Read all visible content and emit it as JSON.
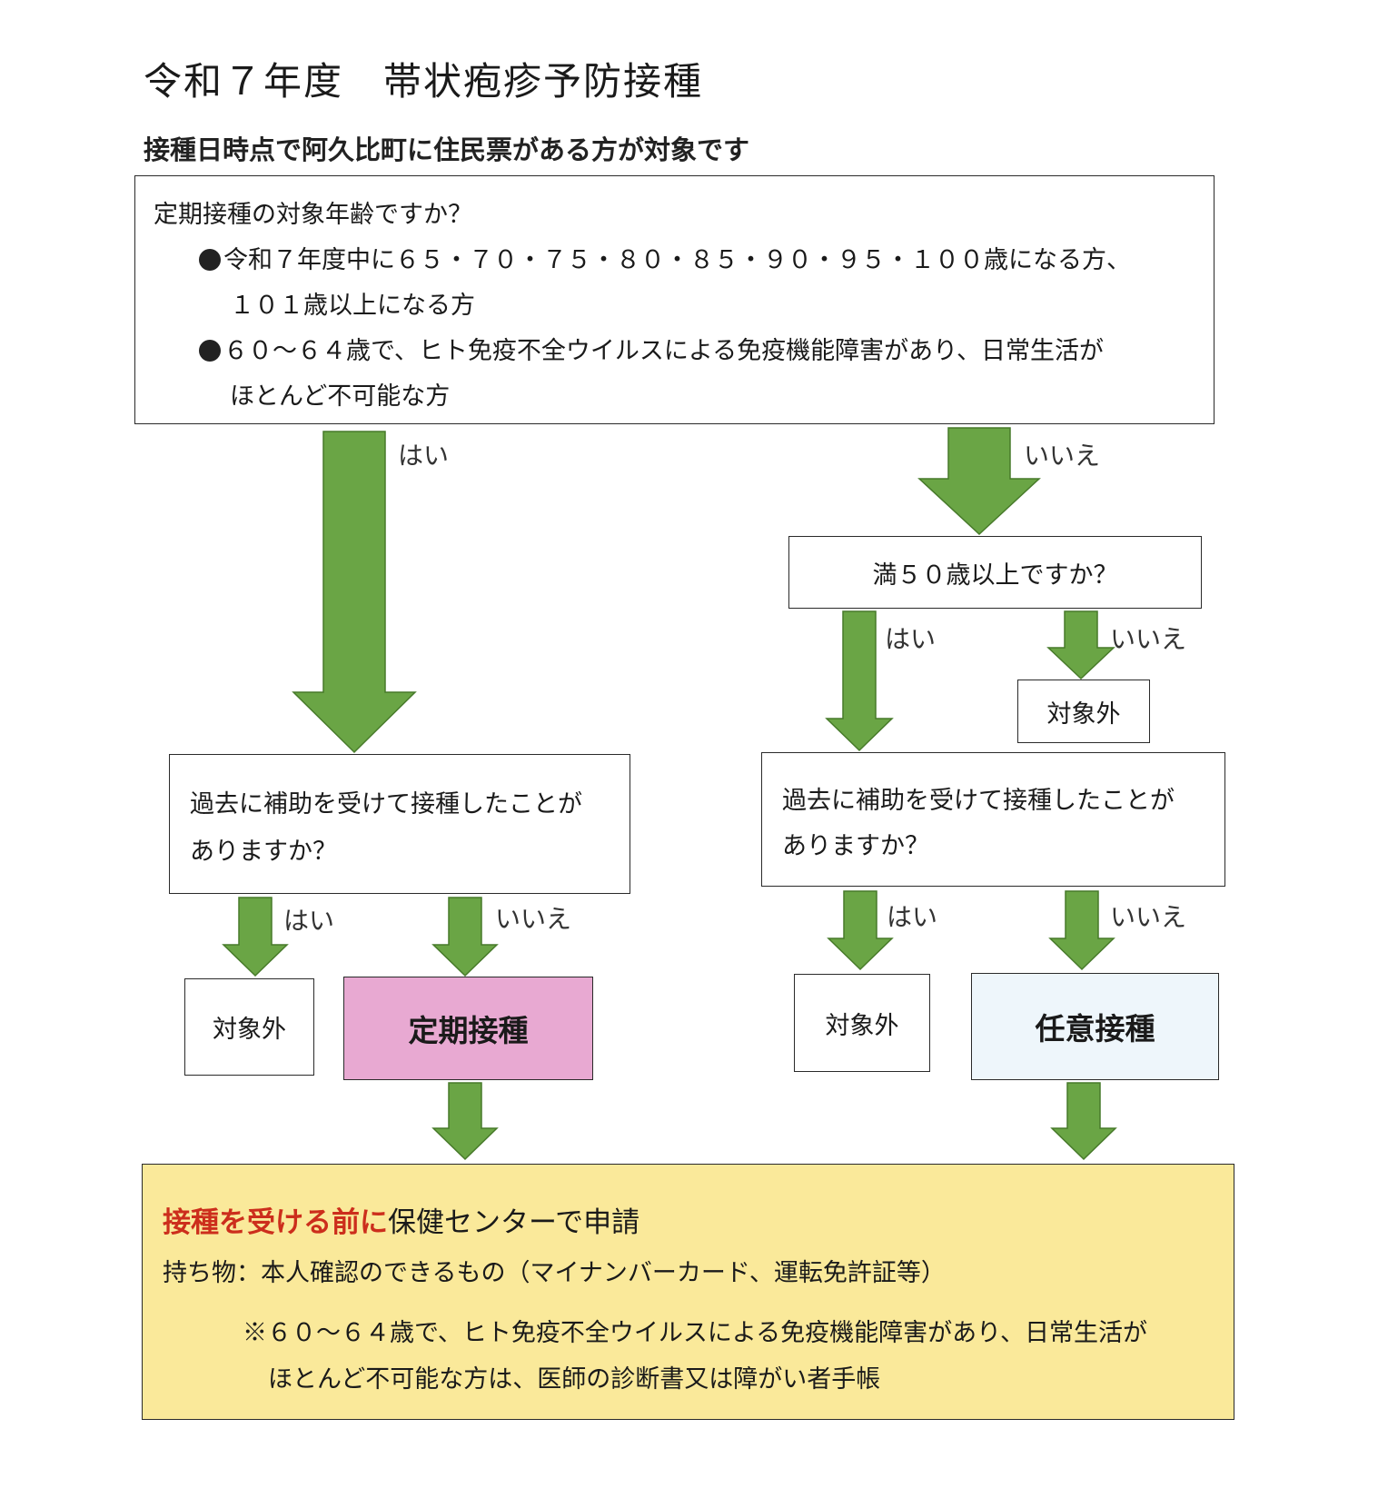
{
  "title": "令和７年度　帯状疱疹予防接種",
  "subtitle": "接種日時点で阿久比町に住民票がある方が対象です",
  "top_box": {
    "question": "定期接種の対象年齢ですか？",
    "bullet1_line1": "令和７年度中に６５・７０・７５・８０・８５・９０・９５・１００歳になる方、",
    "bullet1_line2": "１０１歳以上になる方",
    "bullet2_line1": "６０～６４歳で、ヒト免疫不全ウイルスによる免疫機能障害があり、日常生活が",
    "bullet2_line2": "ほとんど不可能な方"
  },
  "labels": {
    "yes": "はい",
    "no": "いいえ"
  },
  "age50_box": "満５０歳以上ですか？",
  "not_eligible": "対象外",
  "past_subsidy_line1": "過去に補助を受けて接種したことが",
  "past_subsidy_line2": "ありますか？",
  "routine": "定期接種",
  "voluntary": "任意接種",
  "bottom_box": {
    "heading_red": "接種を受ける前に",
    "heading_black": "保健センターで申請",
    "belongings": "持ち物：本人確認のできるもの（マイナンバーカード、運転免許証等）",
    "note_line1": "※６０～６４歳で、ヒト免疫不全ウイルスによる免疫機能障害があり、日常生活が",
    "note_line2": "ほとんど不可能な方は、医師の診断書又は障がい者手帳"
  },
  "colors": {
    "arrow": "#6aa545",
    "arrow_border": "#477a2a",
    "routine_fill": "#e8a9d2",
    "voluntary_fill": "#eef6fb",
    "bottom_fill": "#fae99a",
    "heading_red": "#cc2e1c"
  }
}
